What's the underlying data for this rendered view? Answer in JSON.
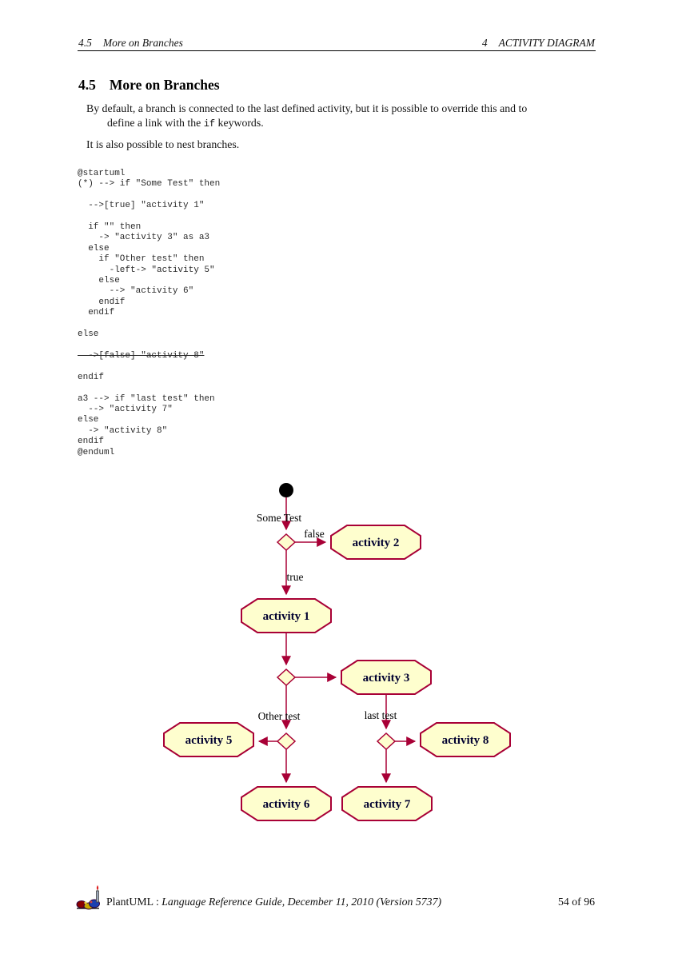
{
  "header": {
    "left_number": "4.5",
    "left_title": "More on Branches",
    "right_number": "4",
    "right_title": "ACTIVITY DIAGRAM"
  },
  "section": {
    "number": "4.5",
    "title": "More on Branches"
  },
  "paragraphs": {
    "p1_line1": "By default, a branch is connected to the last defined activity, but it is possible to override this and to",
    "p1_line2_pre": "define a link with the ",
    "p1_line2_code": "if",
    "p1_line2_post": " keywords.",
    "p2": "It is also possible to nest branches."
  },
  "code": {
    "language": "plantuml",
    "struck_line_index": 17,
    "lines": [
      "@startuml",
      "(*) --> if \"Some Test\" then",
      "",
      "  -->[true] \"activity 1\"",
      "",
      "  if \"\" then",
      "    -> \"activity 3\" as a3",
      "  else",
      "    if \"Other test\" then",
      "      -left-> \"activity 5\"",
      "    else",
      "      --> \"activity 6\"",
      "    endif",
      "  endif",
      "",
      "else",
      "",
      "  ->[false] \"activity 8\"",
      "",
      "endif",
      "",
      "a3 --> if \"last test\" then",
      "  --> \"activity 7\"",
      "else",
      "  -> \"activity 8\"",
      "endif",
      "@enduml"
    ]
  },
  "diagram": {
    "type": "activity-diagram",
    "colors": {
      "node_fill": "#FEFECE",
      "node_border": "#A80036",
      "arrow": "#A80036",
      "start_node": "#000000",
      "label_text": "#000030"
    },
    "nodes": [
      {
        "label": "activity 2"
      },
      {
        "label": "activity 1"
      },
      {
        "label": "activity 3"
      },
      {
        "label": "activity 5"
      },
      {
        "label": "activity 6"
      },
      {
        "label": "activity 8"
      },
      {
        "label": "activity 7"
      }
    ],
    "edge_labels": {
      "some_test": "Some Test",
      "false_label": "false",
      "true_label": "true",
      "other_test": "Other test",
      "last_test": "last test"
    }
  },
  "footer": {
    "brand": "PlantUML",
    "separator": " : ",
    "doc_title": "Language Reference Guide, December 11, 2010 (Version 5737)",
    "page_indicator": "54 of 96"
  }
}
